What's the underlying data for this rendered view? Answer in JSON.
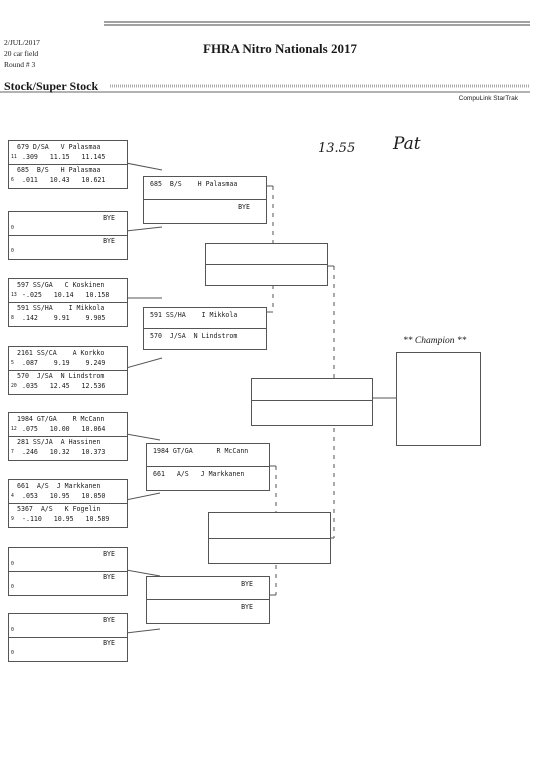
{
  "header": {
    "date": "2/JUL/2017",
    "field": "20 car field",
    "round": "Round # 3",
    "title": "FHRA Nitro Nationals 2017",
    "section": "Stock/Super Stock",
    "software": "CompuLink StarTrak"
  },
  "handwriting": {
    "time": "13.55",
    "initials": "Pat"
  },
  "champion_label": "** Champion **",
  "round1": [
    {
      "a": {
        "line1": "679 D/SA   V Palasmaa",
        "seed": "11",
        "line2": ".309   11.15   11.145"
      },
      "b": {
        "line1": "685  B/S   H Palasmaa",
        "seed": "6",
        "line2": ".011   10.43   10.621"
      }
    },
    {
      "a": {
        "line1": "BYE",
        "seed": "0",
        "line2": ""
      },
      "b": {
        "line1": "BYE",
        "seed": "0",
        "line2": ""
      }
    },
    {
      "a": {
        "line1": "597 SS/GA   C Koskinen",
        "seed": "13",
        "line2": "-.025   10.14   10.158"
      },
      "b": {
        "line1": "591 SS/HA    I Mikkola",
        "seed": "8",
        "line2": ".142    9.91    9.905"
      }
    },
    {
      "a": {
        "line1": "2161 SS/CA    A Korkko",
        "seed": "5",
        "line2": ".087    9.19    9.249"
      },
      "b": {
        "line1": "570  J/SA  N Lindstrom",
        "seed": "20",
        "line2": ".035   12.45   12.536"
      }
    },
    {
      "a": {
        "line1": "1984 GT/GA    R McCann",
        "seed": "12",
        "line2": ".075   10.00   10.064"
      },
      "b": {
        "line1": "281 SS/JA  A Hassinen",
        "seed": "7",
        "line2": ".246   10.32   10.373"
      }
    },
    {
      "a": {
        "line1": "661  A/S  J Markkanen",
        "seed": "4",
        "line2": ".053   10.95   10.050"
      },
      "b": {
        "line1": "5367  A/S   K Fogelin",
        "seed": "9",
        "line2": "-.110   10.95   10.589"
      }
    },
    {
      "a": {
        "line1": "BYE",
        "seed": "0",
        "line2": ""
      },
      "b": {
        "line1": "BYE",
        "seed": "0",
        "line2": ""
      }
    },
    {
      "a": {
        "line1": "BYE",
        "seed": "0",
        "line2": ""
      },
      "b": {
        "line1": "BYE",
        "seed": "0",
        "line2": ""
      }
    }
  ],
  "round2": [
    {
      "a": "685  B/S    H Palasmaa",
      "b": "BYE"
    },
    {
      "a": "591 SS/HA    I Mikkola",
      "b": "570  J/SA  N Lindstrom"
    },
    {
      "a": "1984 GT/GA      R McCann",
      "b": "661   A/S   J Markkanen"
    },
    {
      "a": "BYE",
      "b": "BYE"
    }
  ]
}
